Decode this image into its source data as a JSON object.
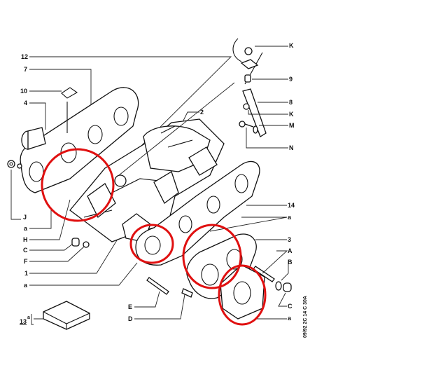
{
  "diagram": {
    "left_labels": [
      "12",
      "7",
      "10",
      "4",
      "J",
      "a",
      "H",
      "C",
      "F",
      "1",
      "a"
    ],
    "label_13": "13",
    "label_13_sup": "a",
    "label_2": "2",
    "bottom_labels": [
      "E",
      "D"
    ],
    "right_top_labels": [
      "K",
      "9",
      "8",
      "K",
      "M",
      "N"
    ],
    "right_bottom_labels": [
      "14",
      "a",
      "3",
      "A",
      "B",
      "C",
      "a"
    ],
    "drawing_code": "09/92  2C  14  C  30A",
    "highlight_color": "#e01010",
    "highlight_count": 4
  }
}
